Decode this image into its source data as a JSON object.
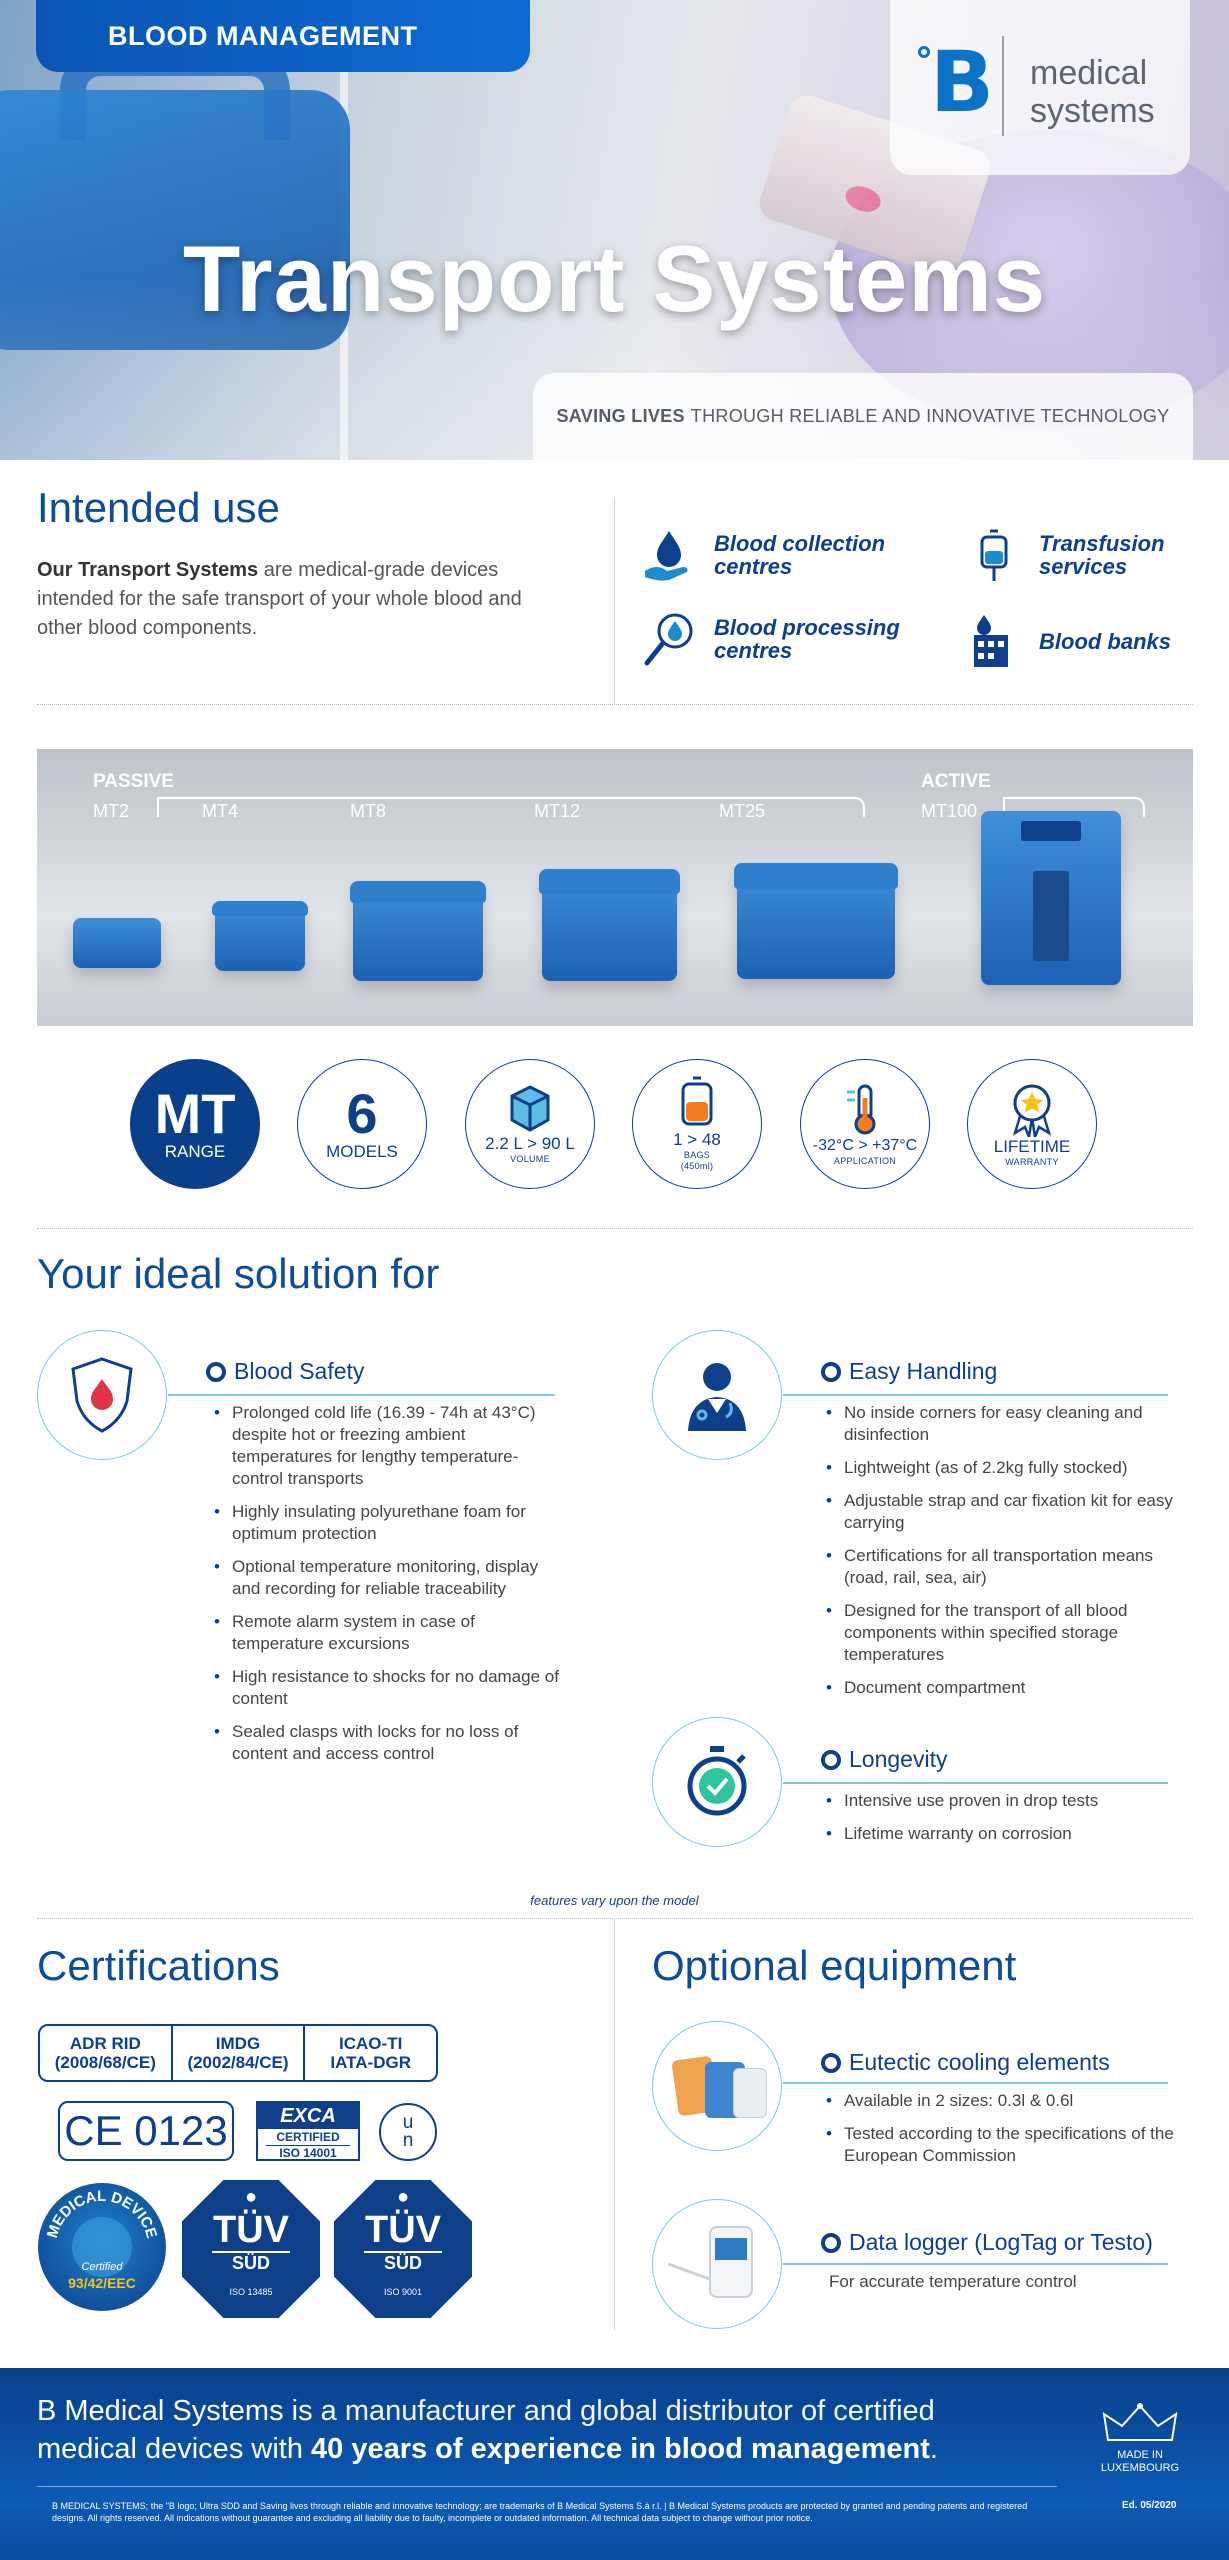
{
  "header": {
    "banner": "BLOOD MANAGEMENT",
    "logo_line1": "medical",
    "logo_line2": "systems",
    "title": "Transport Systems",
    "tagline_bold": "SAVING LIVES",
    "tagline_rest": "THROUGH RELIABLE AND INNOVATIVE TECHNOLOGY"
  },
  "intended_use": {
    "heading": "Intended use",
    "text_bold": "Our Transport Systems",
    "text_rest": " are medical-grade devices intended for the safe transport of your whole blood and other blood components.",
    "items": [
      {
        "label1": "Blood collection",
        "label2": "centres",
        "icon": "blood-drop-hand-icon"
      },
      {
        "label1": "Transfusion",
        "label2": "services",
        "icon": "transfusion-bag-icon"
      },
      {
        "label1": "Blood processing",
        "label2": "centres",
        "icon": "magnifier-drop-icon"
      },
      {
        "label1": "Blood banks",
        "label2": "",
        "icon": "building-drop-icon"
      }
    ]
  },
  "products": {
    "passive_label": "PASSIVE",
    "active_label": "ACTIVE",
    "models": [
      "MT2",
      "MT4",
      "MT8",
      "MT12",
      "MT25",
      "MT100"
    ]
  },
  "stats": [
    {
      "big": "MT",
      "sub": "RANGE"
    },
    {
      "big": "6",
      "sub": "MODELS"
    },
    {
      "main": "2.2 L > 90 L",
      "sub": "VOLUME",
      "icon": "cube-icon"
    },
    {
      "main": "1 > 48",
      "sub": "BAGS",
      "sub2": "(450ml)",
      "icon": "blood-bag-icon"
    },
    {
      "main": "-32°C > +37°C",
      "sub": "APPLICATION",
      "icon": "thermometer-icon"
    },
    {
      "main": "LIFETIME",
      "sub": "WARRANTY",
      "icon": "award-icon"
    }
  ],
  "ideal": {
    "heading": "Your ideal solution for",
    "blood_safety": {
      "title": "Blood Safety",
      "items": [
        "Prolonged cold life (16.39 - 74h at 43°C) despite hot or freezing ambient temperatures for lengthy temperature-control transports",
        "Highly insulating polyurethane foam for optimum protection",
        "Optional temperature monitoring, display and recording for reliable traceability",
        "Remote alarm system in case of temperature excursions",
        "High resistance to shocks for no damage of content",
        "Sealed clasps with locks for no loss of content and access control"
      ]
    },
    "easy_handling": {
      "title": "Easy Handling",
      "items": [
        "No inside corners for easy cleaning and disinfection",
        "Lightweight (as of 2.2kg fully stocked)",
        "Adjustable strap and car fixation kit for easy carrying",
        "Certifications for all transportation means (road, rail, sea, air)",
        "Designed for the transport of all blood components within specified storage temperatures",
        "Document compartment"
      ]
    },
    "longevity": {
      "title": "Longevity",
      "items": [
        "Intensive use proven in drop tests",
        "Lifetime warranty on corrosion"
      ]
    },
    "note": "features vary upon the model"
  },
  "certifications": {
    "heading": "Certifications",
    "table": [
      {
        "l1": "ADR RID",
        "l2": "(2008/68/CE)"
      },
      {
        "l1": "IMDG",
        "l2": "(2002/84/CE)"
      },
      {
        "l1": "ICAO-TI",
        "l2": "IATA-DGR"
      }
    ],
    "ce": "CE 0123",
    "exca_top": "EXCA",
    "exca_mid": "CERTIFIED",
    "exca_bot": "ISO 14001",
    "un_top": "u",
    "un_bot": "n",
    "med_device": "MEDICAL DEVICE",
    "med_certified": "Certified",
    "med_dir": "93/42/EEC",
    "tuv1": {
      "t1": "TÜV",
      "t2": "SÜD",
      "iso": "ISO 13485"
    },
    "tuv2": {
      "t1": "TÜV",
      "t2": "SÜD",
      "iso": "ISO 9001"
    }
  },
  "optional": {
    "heading": "Optional equipment",
    "eutectic": {
      "title": "Eutectic cooling elements",
      "items": [
        "Available in 2 sizes: 0.3l & 0.6l",
        "Tested according to the specifications of the European Commission"
      ]
    },
    "logger": {
      "title": "Data logger (LogTag or Testo)",
      "desc": "For accurate temperature control"
    }
  },
  "footer": {
    "line1_a": "B Medical Systems is a",
    "line1_b": " manufacturer and global distributor of certified",
    "line2_a": "medical devices with ",
    "line2_b": "40 years of experience in blood management",
    "line2_c": ".",
    "made_in": "MADE IN",
    "luxembourg": "LUXEMBOURG",
    "legal": "B MEDICAL SYSTEMS; the \"B logo; Ultra SDD and Saving lives through reliable and innovative technology; are trademarks of B Medical Systems S.à r.l. | B Medical Systems products are protected by granted and pending patents and registered designs. All rights reserved. All indications without guarantee and excluding all liability due to faulty, incomplete or outdated information. All technical data subject to change without prior notice.",
    "edition": "Ed. 05/2020"
  },
  "colors": {
    "brand_navy": "#0d3f8a",
    "brand_blue": "#0a73c7",
    "accent_cyan": "#7cc8e4"
  }
}
